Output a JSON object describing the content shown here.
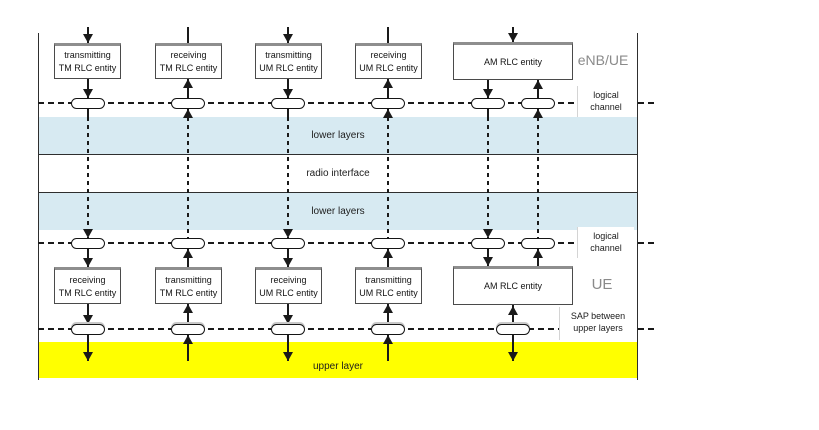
{
  "colors": {
    "lower_layers_band": "#d7eaf2",
    "upper_layer_band": "#ffff00"
  },
  "row_labels": {
    "top": "eNB/UE",
    "bottom": "UE"
  },
  "channel_labels": {
    "logical_top_line1": "logical",
    "logical_top_line2": "channel",
    "logical_bottom_line1": "logical",
    "logical_bottom_line2": "channel",
    "sap_line1": "SAP between",
    "sap_line2": "upper layers"
  },
  "bands": {
    "lower_layers_top": "lower layers",
    "radio_interface": "radio interface",
    "lower_layers_bottom": "lower layers",
    "upper_layer": "upper layer"
  },
  "entities": {
    "top": [
      {
        "line1": "transmitting",
        "line2": "TM RLC entity"
      },
      {
        "line1": "receiving",
        "line2": "TM RLC entity"
      },
      {
        "line1": "transmitting",
        "line2": "UM RLC entity"
      },
      {
        "line1": "receiving",
        "line2": "UM RLC entity"
      },
      {
        "line1": "AM RLC entity"
      }
    ],
    "bottom": [
      {
        "line1": "receiving",
        "line2": "TM RLC entity"
      },
      {
        "line1": "transmitting",
        "line2": "TM RLC entity"
      },
      {
        "line1": "receiving",
        "line2": "UM RLC entity"
      },
      {
        "line1": "transmitting",
        "line2": "UM RLC entity"
      },
      {
        "line1": "AM RLC entity"
      }
    ]
  }
}
